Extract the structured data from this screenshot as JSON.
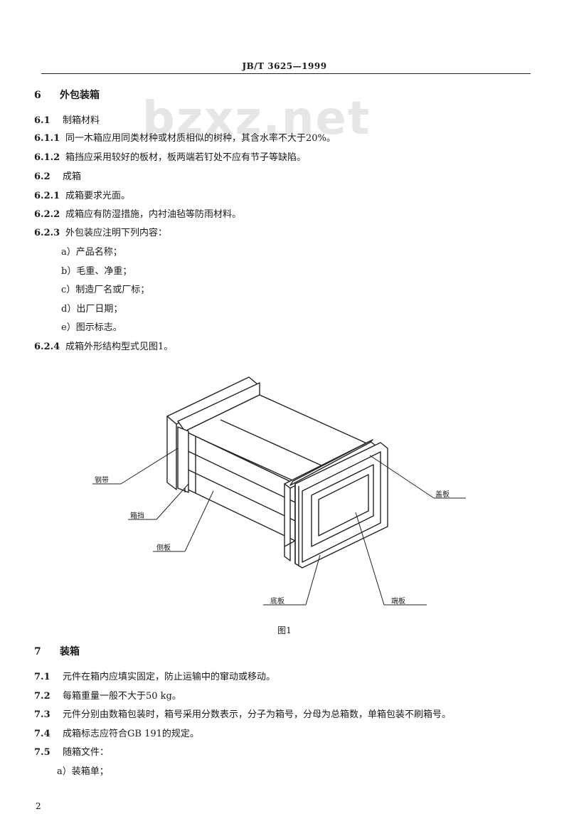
{
  "header": {
    "code": "JB/T 3625—1999"
  },
  "watermark": "bzxz.net",
  "sections_top": [
    {
      "num": "6",
      "text": "外包装箱",
      "type": "heading"
    },
    {
      "num": "6.1",
      "text": "制箱材料",
      "type": "clause"
    },
    {
      "num": "6.1.1",
      "text": "同一木箱应用同类材种或材质相似的树种，其含水率不大于20%。",
      "type": "clause"
    },
    {
      "num": "6.1.2",
      "text": "箱挡应采用较好的板材，板两端若钉处不应有节子等缺陷。",
      "type": "clause"
    },
    {
      "num": "6.2",
      "text": "成箱",
      "type": "clause"
    },
    {
      "num": "6.2.1",
      "text": "成箱要求光面。",
      "type": "clause"
    },
    {
      "num": "6.2.2",
      "text": "成箱应有防湿措施，内衬油毡等防雨材料。",
      "type": "clause"
    },
    {
      "num": "6.2.3",
      "text": "外包装应注明下列内容：",
      "type": "clause"
    },
    {
      "num": "a）",
      "text": "产品名称；",
      "type": "item"
    },
    {
      "num": "b）",
      "text": "毛重、净重；",
      "type": "item"
    },
    {
      "num": "c）",
      "text": "制造厂名或厂标；",
      "type": "item"
    },
    {
      "num": "d）",
      "text": "出厂日期；",
      "type": "item"
    },
    {
      "num": "e）",
      "text": "图示标志。",
      "type": "item"
    },
    {
      "num": "6.2.4",
      "text": "成箱外形结构型式见图1。",
      "type": "clause"
    }
  ],
  "figure": {
    "labels": {
      "steel_strap": "钢带",
      "box_stop": "箱挡",
      "side_board": "侧板",
      "cover_board": "盖板",
      "bottom_board": "底板",
      "end_board": "端板"
    },
    "caption": "图1"
  },
  "sections_bottom": [
    {
      "num": "7",
      "text": "装箱",
      "type": "heading"
    },
    {
      "num": "7.1",
      "text": "元件在箱内应填实固定，防止运输中的窜动或移动。",
      "type": "clause"
    },
    {
      "num": "7.2",
      "text": "每箱重量一般不大于50 kg。",
      "type": "clause"
    },
    {
      "num": "7.3",
      "text": "元件分别由数箱包装时，箱号采用分数表示，分子为箱号，分母为总箱数，单箱包装不刷箱号。",
      "type": "clause"
    },
    {
      "num": "7.4",
      "text": "成箱标志应符合GB 191的规定。",
      "type": "clause"
    },
    {
      "num": "7.5",
      "text": "随箱文件：",
      "type": "clause"
    },
    {
      "num": "a）",
      "text": "装箱单；",
      "type": "item"
    }
  ],
  "page_number": "2"
}
